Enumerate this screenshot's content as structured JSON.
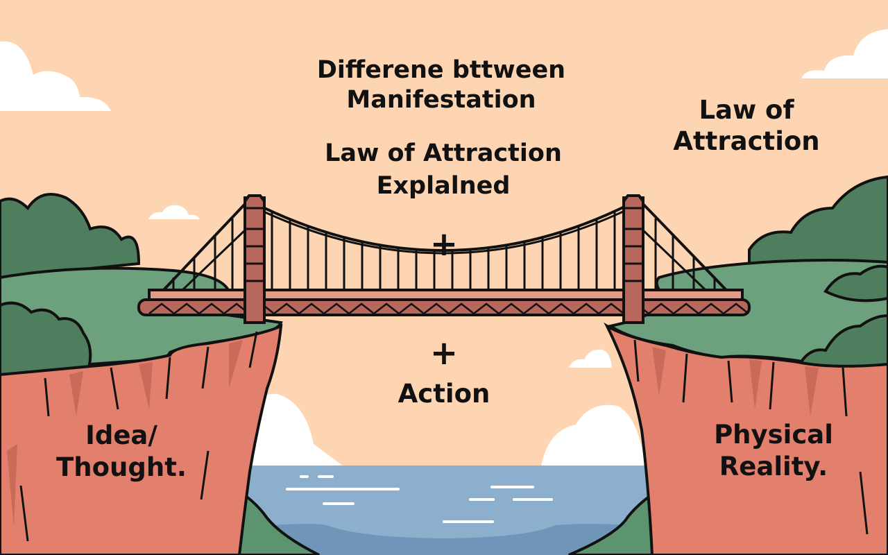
{
  "colors": {
    "sky": "#fdd5b2",
    "cloud": "#ffffff",
    "water": "#8cafce",
    "water_deep": "#6f95b8",
    "grass": "#6da07c",
    "grass_dark": "#4f7e5f",
    "cliff": "#e2806d",
    "cliff_shadow": "#c96a5a",
    "bridge": "#b7675c",
    "bridge_light": "#e39a87",
    "outline": "#111111"
  },
  "icons": {
    "plus": "+"
  },
  "text": {
    "title_line1": "Differene bttween",
    "title_line2": "Manifestation",
    "subtitle_line1": "Law of Attraction",
    "subtitle_line2": "Explalned",
    "right_label_line1": "Law of",
    "right_label_line2": "Attraction",
    "plus_top": "+",
    "plus_bottom": "+",
    "action": "Action",
    "left_cliff_line1": "Idea/",
    "left_cliff_line2": "Thought.",
    "right_cliff_line1": "Physical",
    "right_cliff_line2": "Reality."
  }
}
